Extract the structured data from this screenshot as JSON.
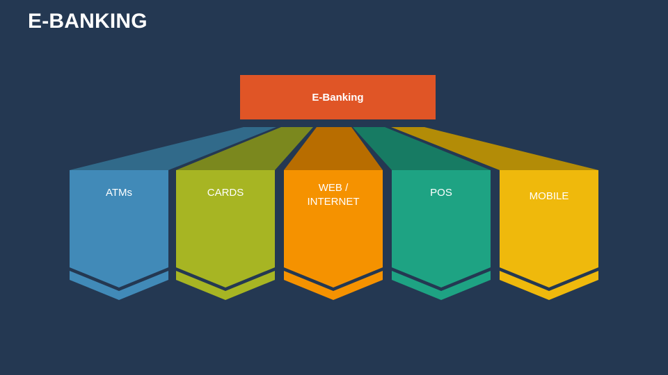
{
  "slide": {
    "title": "E-BANKING"
  },
  "root": {
    "label": "E-Banking",
    "color": "#e05526"
  },
  "branches": [
    {
      "label": "ATMs",
      "color": "#418ab8",
      "top_color": "#316a8a"
    },
    {
      "label": "CARDS",
      "color": "#a7b523",
      "top_color": "#7b881e"
    },
    {
      "label": "WEB / INTERNET",
      "line1": "WEB /",
      "line2": "INTERNET",
      "color": "#f59200",
      "top_color": "#b86d00"
    },
    {
      "label": "POS",
      "color": "#1ea383",
      "top_color": "#177b63"
    },
    {
      "label": "MOBILE",
      "color": "#efb90c",
      "top_color": "#b38c07"
    }
  ]
}
